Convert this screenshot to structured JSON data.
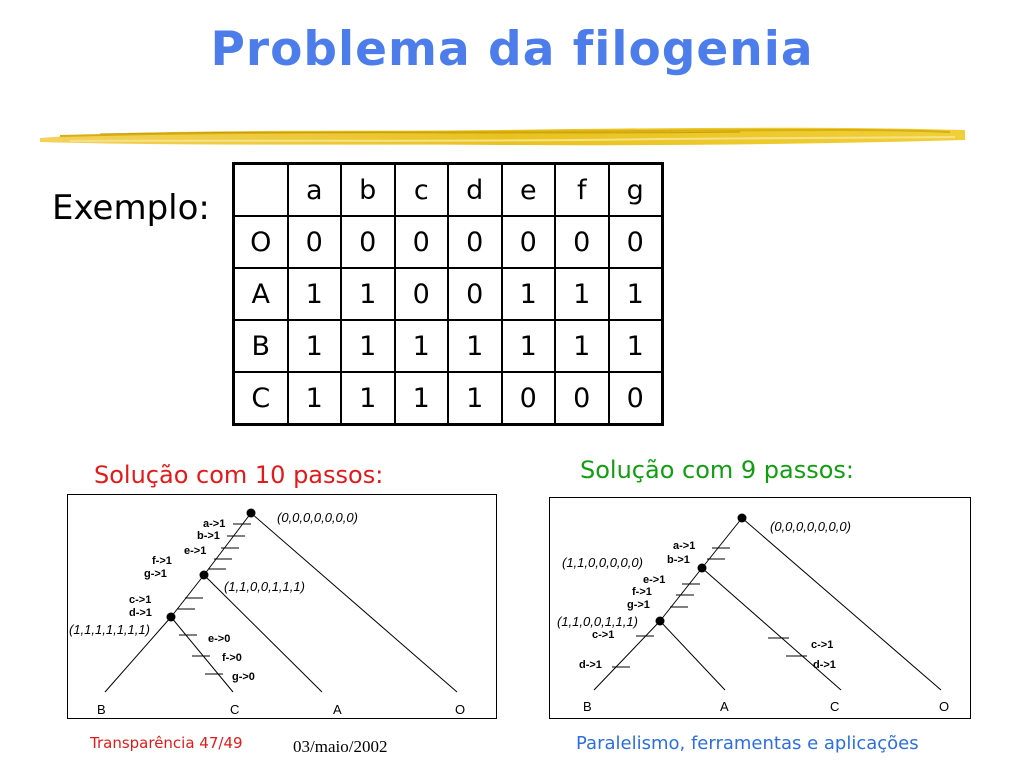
{
  "title": "Problema da filogenia",
  "exemplo_label": "Exemplo:",
  "matrix": {
    "header": [
      "",
      "a",
      "b",
      "c",
      "d",
      "e",
      "f",
      "g"
    ],
    "rows": [
      [
        "O",
        "0",
        "0",
        "0",
        "0",
        "0",
        "0",
        "0"
      ],
      [
        "A",
        "1",
        "1",
        "0",
        "0",
        "1",
        "1",
        "1"
      ],
      [
        "B",
        "1",
        "1",
        "1",
        "1",
        "1",
        "1",
        "1"
      ],
      [
        "C",
        "1",
        "1",
        "1",
        "1",
        "0",
        "0",
        "0"
      ]
    ]
  },
  "solution10": {
    "label": "Solução com 10 passos:",
    "leaves": [
      "B",
      "C",
      "A",
      "O"
    ],
    "nodes": [
      "(0,0,0,0,0,0,0)",
      "(1,1,0,0,1,1,1)",
      "(1,1,1,1,1,1,1)"
    ],
    "changes_root": [
      "a->1",
      "b->1",
      "e->1",
      "f->1",
      "g->1"
    ],
    "changes_mid": [
      "c->1",
      "d->1"
    ],
    "changes_c": [
      "e->0",
      "f->0",
      "g->0"
    ]
  },
  "solution9": {
    "label": "Solução com 9 passos:",
    "leaves": [
      "B",
      "A",
      "C",
      "O"
    ],
    "nodes": [
      "(0,0,0,0,0,0,0)",
      "(1,1,0,0,0,0,0)",
      "(1,1,0,0,1,1,1)"
    ],
    "changes_root": [
      "a->1",
      "b->1"
    ],
    "changes_mid": [
      "e->1",
      "f->1",
      "g->1"
    ],
    "changes_c_b": [
      "c->1"
    ],
    "changes_b": [
      "d->1"
    ],
    "changes_c": [
      "c->1",
      "d->1"
    ]
  },
  "footer": {
    "left": "Transparência 47/49",
    "middle": "03/maio/2002",
    "right": "Paralelismo, ferramentas e aplicações"
  }
}
